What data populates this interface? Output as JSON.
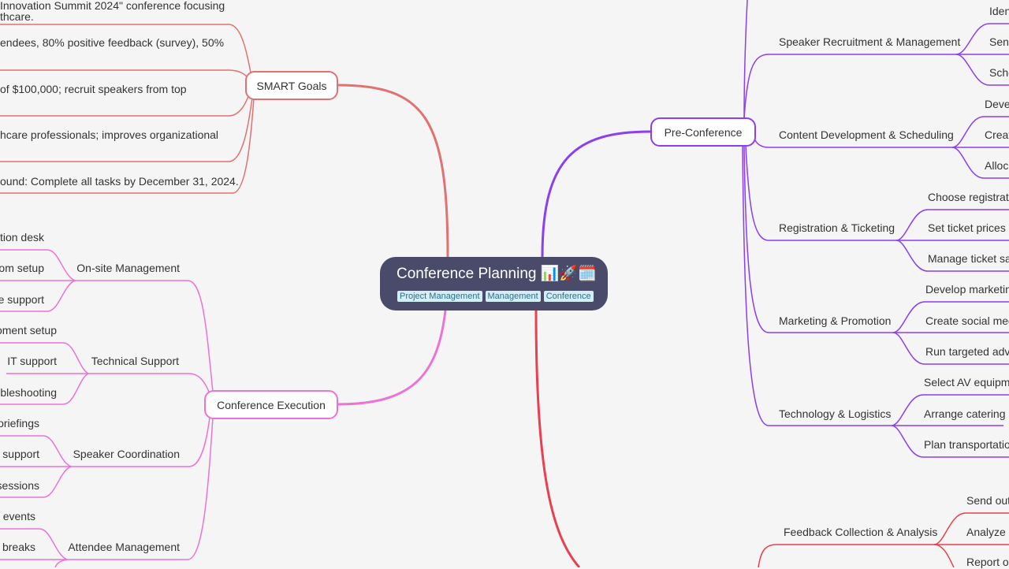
{
  "central": {
    "title": "Conference Planning 📊🚀🗓️",
    "tags": [
      "Project Management",
      "Management",
      "Conference"
    ]
  },
  "colors": {
    "smart": "#e07272",
    "pre": "#8a3ff0",
    "exec": "#ea73d6",
    "post": "#e8404e",
    "center": "#4a4b6a"
  },
  "smart_goals": {
    "label": "SMART Goals",
    "items": [
      "Innovation Summit 2024\" conference focusing",
      "thcare.",
      "endees, 80% positive feedback (survey),  50%",
      "of $100,000; recruit speakers from top",
      "hcare professionals; improves organizational",
      "ound: Complete all tasks by December 31, 2024."
    ]
  },
  "execution": {
    "label": "Conference Execution",
    "groups": [
      {
        "label": "On-site Management",
        "items": [
          "tion desk",
          "om setup",
          "e support"
        ]
      },
      {
        "label": "Technical Support",
        "items": [
          "oment setup",
          "IT support",
          "bleshooting"
        ]
      },
      {
        "label": "Speaker Coordination",
        "items": [
          "oriefings",
          "support",
          "sessions"
        ]
      },
      {
        "label": "Attendee Management",
        "items": [
          "g events",
          "e breaks"
        ]
      }
    ]
  },
  "pre_conference": {
    "label": "Pre-Conference",
    "groups": [
      {
        "label": "Speaker Recruitment & Management",
        "items": [
          "Iden",
          "Senc",
          "Sche"
        ]
      },
      {
        "label": "Content Development & Scheduling",
        "items": [
          "Deve",
          "Creat",
          "Alloc"
        ]
      },
      {
        "label": "Registration & Ticketing",
        "items": [
          "Choose registratio",
          "Set ticket prices &",
          "Manage ticket sal"
        ]
      },
      {
        "label": "Marketing & Promotion",
        "items": [
          "Develop marketin",
          "Create social med",
          "Run targeted adve"
        ]
      },
      {
        "label": "Technology & Logistics",
        "items": [
          "Select AV equipme",
          "Arrange catering",
          "Plan transportatio"
        ]
      }
    ]
  },
  "post_conference": {
    "groups": [
      {
        "label": "Feedback Collection & Analysis",
        "items": [
          "Send out",
          "Analyze s",
          "Report o"
        ]
      }
    ]
  }
}
